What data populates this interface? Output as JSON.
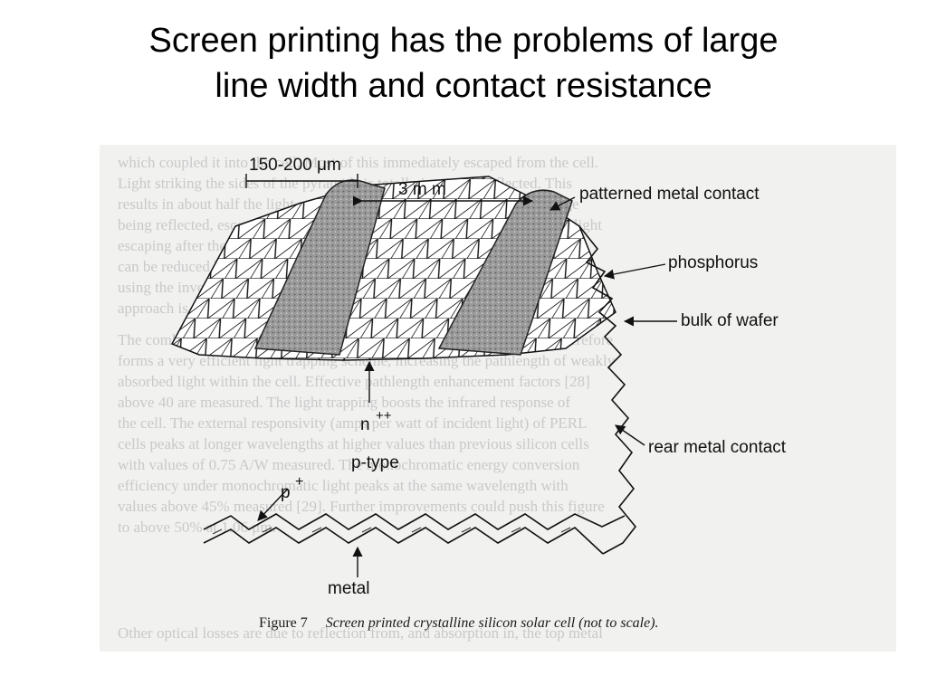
{
  "slide": {
    "title_line1": "Screen printing has the problems of large",
    "title_line2": "line width and contact resistance"
  },
  "figure": {
    "labels": {
      "finger_width": "150-200 μm",
      "spacing": "3 m m",
      "patterned_contact": "patterned metal contact",
      "phosphorus": "phosphorus",
      "bulk": "bulk of wafer",
      "n_label": "n",
      "n_plus": "++",
      "p_type": "p-type",
      "p_label": "p",
      "p_plus": "+",
      "rear_contact": "rear metal contact",
      "metal": "metal"
    },
    "caption_number": "Figure 7",
    "caption_text": "Screen printed crystalline silicon solar cell (not to scale)."
  },
  "background_text": [
    "which coupled it into the cell. Most of this immediately escaped from the cell.",
    "Light striking the sides of the pyramids is totally internally reflected. This",
    "results in about half the light striking the top surface internally at this stage",
    "being reflected, escaping a substantial fraction of the rays. The amount of light",
    "escaping after the first pass depends on the surface geometry involved. It",
    "can be reduced by designing the surface texture, for example by",
    "using the inverted pyramid scheme, but of the latter",
    "approach is currently used in some cells.",
    "The combination of the inverted pyramid scheme and the rear reflector therefore",
    "forms a very efficient light trapping scheme, increasing the pathlength of weakly",
    "absorbed light within the cell. Effective pathlength enhancement factors [28]",
    "above 40 are measured. The light trapping boosts the infrared response of",
    "the cell. The external responsivity (amps per watt of incident light) of PERL",
    "cells peaks at longer wavelengths at higher values than previous silicon cells",
    "with values of 0.75 A/W measured. The monochromatic energy conversion",
    "efficiency under monochromatic light peaks at the same wavelength with",
    "values above 45% measured [29]. Further improvements could push this figure",
    "to above 50% at 1.06 μm.",
    "Other optical losses are due to reflection from, and absorption in, the top metal"
  ]
}
